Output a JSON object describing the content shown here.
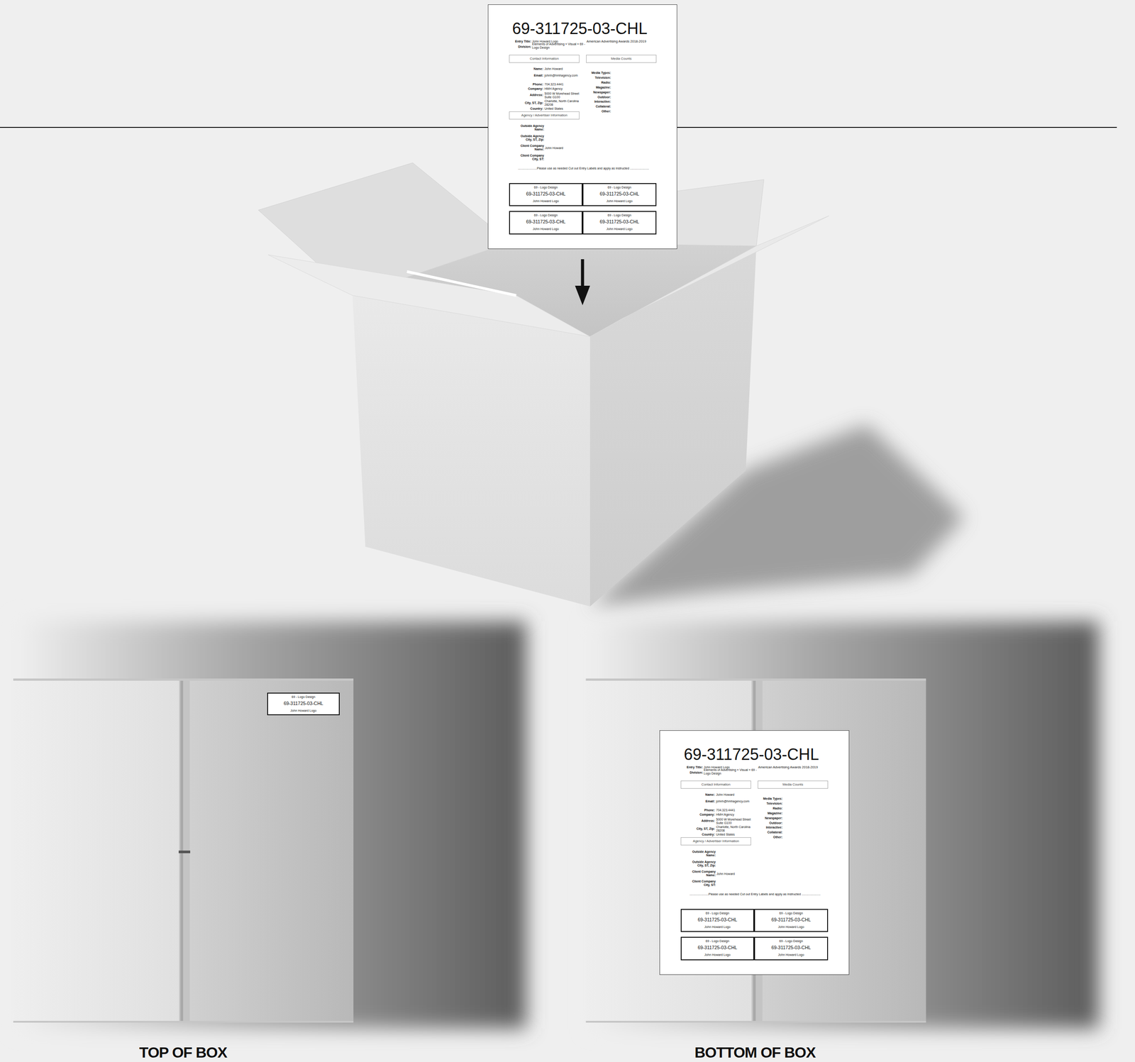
{
  "diagram": {
    "nodes": [
      {
        "text": [
          "69-311725-03-CHL",
          "Entry Title:",
          "John Howard Logo",
          "Division:",
          "Elements of Advertising » Visual » 69 - Logo Design",
          "American Advertising Awards 2018-2019",
          "Name:",
          "John Howard",
          "Email:",
          "johnh@hmhagency.com",
          "Phone:",
          "704.323.4441",
          "Company:",
          "HMH Agency",
          "Address:",
          "5000 W Morehead Street Suite G100",
          "City, ST, Zip:",
          "Charlotte, North Carolina 28208",
          "Country:",
          "United States",
          "Outside Agency Name:",
          "Outside Agency City, ST, Zip:",
          "Client Company Name:",
          "John Howard",
          "Client Company City, ST:",
          "Media Types:",
          "Television:",
          "Radio:",
          "Magazine:",
          "Newspaper:",
          "Outdoor:",
          "Interactive:",
          "Collateral:",
          "Other:",
          "......................Please use as needed Cut out Entry Labels and apply as instructed ......................"
        ]
      },
      {
        "text": [
          "Contact Information"
        ],
        "in": 0
      },
      {
        "text": [
          "Media Counts"
        ],
        "in": 0
      },
      {
        "text": [
          "Agency / Advertiser Information"
        ],
        "in": 0
      },
      {
        "text": [
          "69 - Logo Design",
          "69-311725-03-CHL",
          "John Howard Logo"
        ],
        "in": 0
      },
      {
        "text": [
          "69 - Logo Design",
          "69-311725-03-CHL",
          "John Howard Logo"
        ],
        "in": 0
      },
      {
        "text": [
          "69 - Logo Design",
          "69-311725-03-CHL",
          "John Howard Logo"
        ],
        "in": 0
      },
      {
        "text": [
          "69 - Logo Design",
          "69-311725-03-CHL",
          "John Howard Logo"
        ],
        "in": 0
      },
      {
        "text": [
          "69 - Logo Design",
          "69-311725-03-CHL",
          "John Howard Logo"
        ]
      },
      {
        "text": [
          "69-311725-03-CHL",
          "Entry Title:",
          "John Howard Logo",
          "Division:",
          "Elements of Advertising » Visual » 69 - Logo Design",
          "American Advertising Awards 2018-2019",
          "Name:",
          "John Howard",
          "Email:",
          "johnh@hmhagency.com",
          "Phone:",
          "704.323.4441",
          "Company:",
          "HMH Agency",
          "Address:",
          "5000 W Morehead Street Suite G100",
          "City, ST, Zip:",
          "Charlotte, North Carolina 28208",
          "Country:",
          "United States",
          "Outside Agency Name:",
          "Outside Agency City, ST, Zip:",
          "Client Company Name:",
          "John Howard",
          "Client Company City, ST:",
          "Media Types:",
          "Television:",
          "Radio:",
          "Magazine:",
          "Newspaper:",
          "Outdoor:",
          "Interactive:",
          "Collateral:",
          "Other:",
          "......................Please use as needed Cut out Entry Labels and apply as instructed ......................"
        ]
      },
      {
        "text": [
          "Contact Information"
        ],
        "in": 9
      },
      {
        "text": [
          "Media Counts"
        ],
        "in": 9
      },
      {
        "text": [
          "Agency / Advertiser Information"
        ],
        "in": 9
      },
      {
        "text": [
          "69 - Logo Design",
          "69-311725-03-CHL",
          "John Howard Logo"
        ],
        "in": 9
      },
      {
        "text": [
          "69 - Logo Design",
          "69-311725-03-CHL",
          "John Howard Logo"
        ],
        "in": 9
      },
      {
        "text": [
          "69 - Logo Design",
          "69-311725-03-CHL",
          "John Howard Logo"
        ],
        "in": 9
      },
      {
        "text": [
          "69 - Logo Design",
          "69-311725-03-CHL",
          "John Howard Logo"
        ],
        "in": 9
      }
    ],
    "labels": [
      "TOP OF BOX",
      "BOTTOM OF BOX"
    ]
  }
}
